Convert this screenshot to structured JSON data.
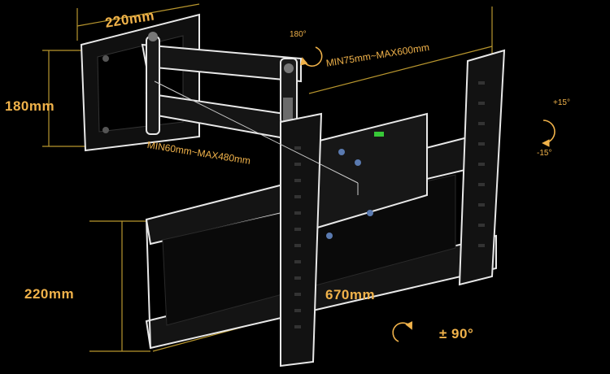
{
  "labels": {
    "wall_plate_width": "220mm",
    "wall_plate_height": "180mm",
    "swivel": "180°",
    "vesa_range": "MIN75mm~MAX600mm",
    "arm_extension": "MIN60mm~MAX480mm",
    "tilt_plus": "+15°",
    "tilt_minus": "-15°",
    "bracket_height": "220mm",
    "bracket_width": "670mm",
    "rotation": "± 90°"
  },
  "colors": {
    "label": "#f0b24a",
    "dimension_line": "#b8962e",
    "metal": "#121212",
    "outline": "#e8e8e8",
    "background": "#000000"
  }
}
